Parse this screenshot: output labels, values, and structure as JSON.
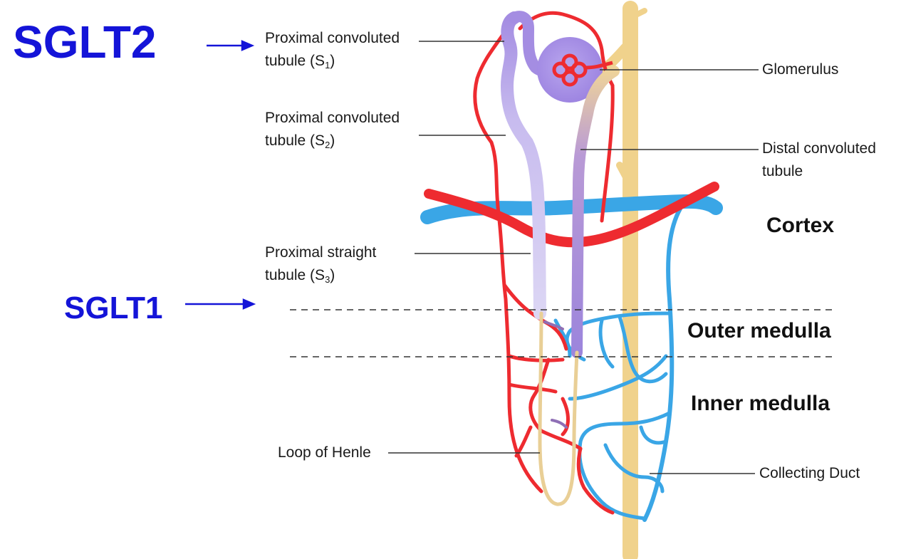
{
  "transporters": {
    "sglt2": "SGLT2",
    "sglt1": "SGLT1"
  },
  "labels": {
    "pct_s1": {
      "line1": "Proximal convoluted",
      "line2_prefix": "tubule (S",
      "line2_sub": "1",
      "line2_suffix": ")"
    },
    "pct_s2": {
      "line1": "Proximal convoluted",
      "line2_prefix": "tubule (S",
      "line2_sub": "2",
      "line2_suffix": ")"
    },
    "pst_s3": {
      "line1": "Proximal straight",
      "line2_prefix": "tubule (S",
      "line2_sub": "3",
      "line2_suffix": ")"
    },
    "glomerulus": "Glomerulus",
    "dct": {
      "line1": "Distal convoluted",
      "line2": "tubule"
    },
    "loop_of_henle": "Loop of Henle",
    "collecting_duct": "Collecting Duct"
  },
  "zones": {
    "cortex": "Cortex",
    "outer_medulla": "Outer medulla",
    "inner_medulla": "Inner medulla"
  },
  "colors": {
    "transporter_text": "#1414d8",
    "artery": "#ee2b30",
    "vein": "#3aa6e6",
    "proximal_tubule": "#a58ee0",
    "loop_tan": "#e9cf96",
    "collecting_duct": "#f0d28c"
  }
}
